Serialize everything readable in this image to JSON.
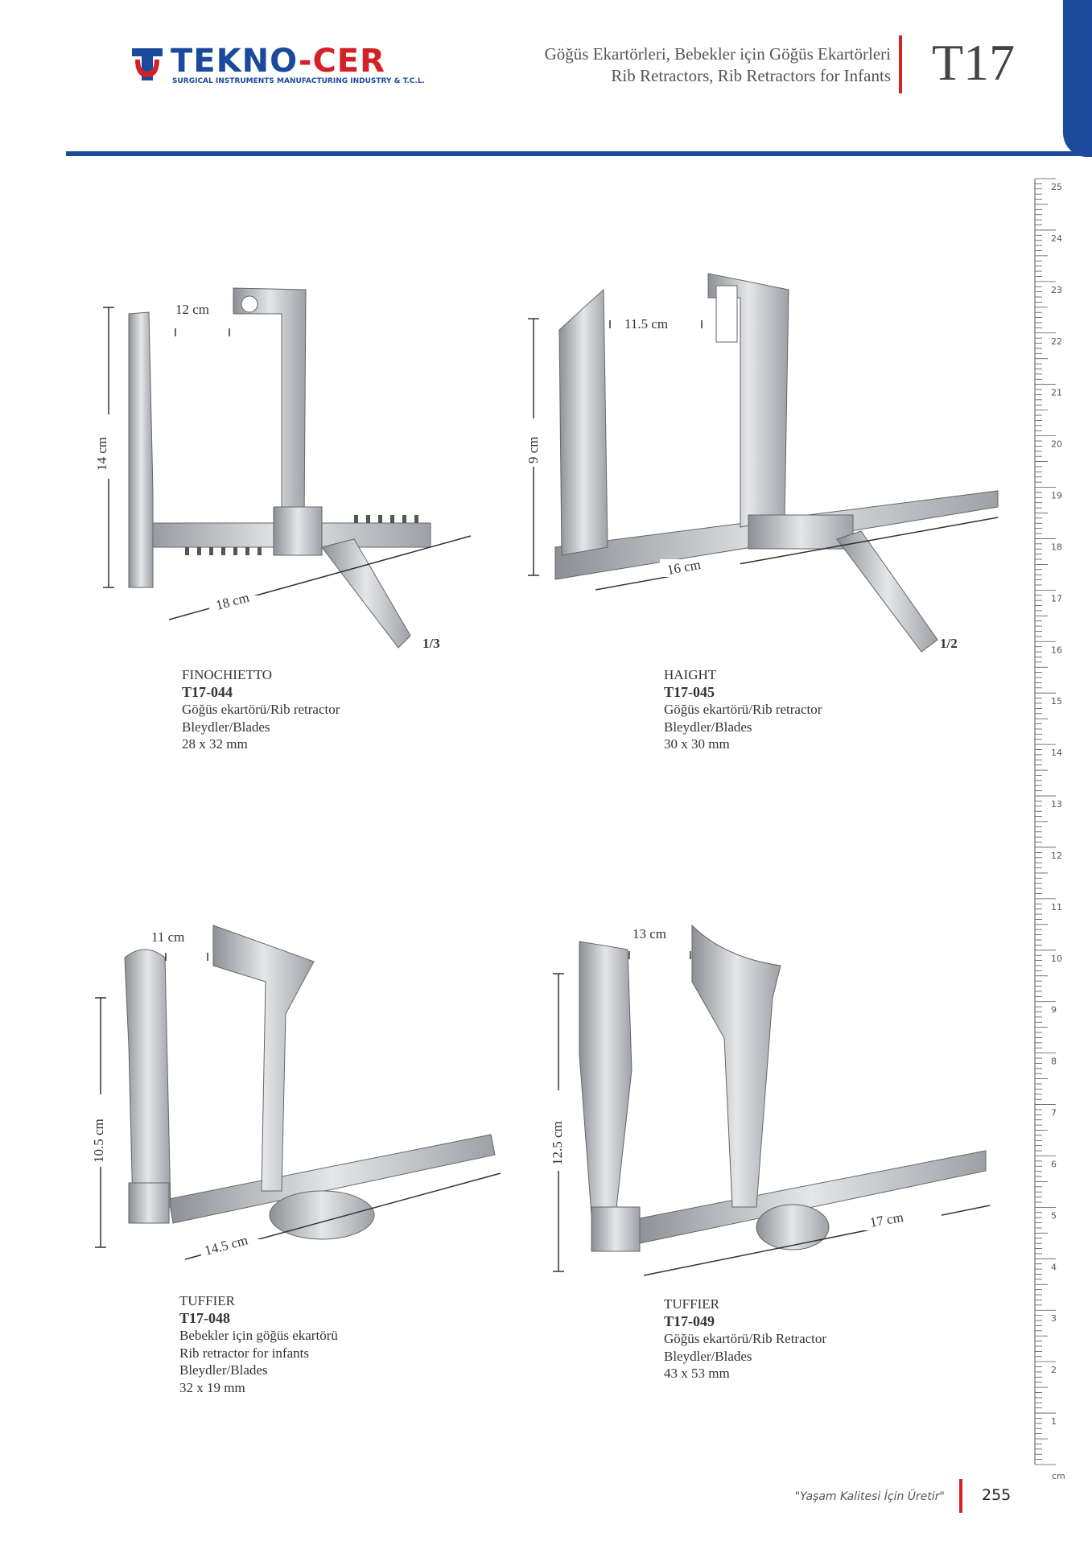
{
  "brand": {
    "name_part1": "TEKNO",
    "name_dash": "-",
    "name_part2": "CER",
    "subtitle": "SURGICAL INSTRUMENTS MANUFACTURING INDUSTRY & T.C.L."
  },
  "header": {
    "title_tr": "Göğüs Ekartörleri, Bebekler için Göğüs Ekartörleri",
    "title_en": "Rib Retractors, Rib Retractors for Infants",
    "section_code": "T17"
  },
  "ruler": {
    "unit": "cm",
    "labels": [
      "25",
      "24",
      "23",
      "22",
      "21",
      "20",
      "19",
      "18",
      "17",
      "16",
      "15",
      "14",
      "13",
      "12",
      "11",
      "10",
      "9",
      "8",
      "7",
      "6",
      "5",
      "4",
      "3",
      "2",
      "1"
    ]
  },
  "products": [
    {
      "name": "FINOCHIETTO",
      "code": "T17-044",
      "desc": [
        "Göğüs ekartörü/Rib retractor",
        "Bleydler/Blades",
        "28 x 32 mm"
      ],
      "dims": {
        "width": "12 cm",
        "height": "14 cm",
        "length": "18 cm"
      },
      "scale": "1/3"
    },
    {
      "name": "HAIGHT",
      "code": "T17-045",
      "desc": [
        "Göğüs ekartörü/Rib retractor",
        "Bleydler/Blades",
        "30 x 30 mm"
      ],
      "dims": {
        "width": "11.5 cm",
        "height": "9 cm",
        "length": "16 cm"
      },
      "scale": "1/2"
    },
    {
      "name": "TUFFIER",
      "code": "T17-048",
      "desc": [
        "Bebekler için göğüs ekartörü",
        "Rib retractor for infants",
        "Bleydler/Blades",
        "32 x 19 mm"
      ],
      "dims": {
        "width": "11 cm",
        "height": "10.5 cm",
        "length": "14.5 cm"
      }
    },
    {
      "name": "TUFFIER",
      "code": "T17-049",
      "desc": [
        "Göğüs ekartörü/Rib Retractor",
        "Bleydler/Blades",
        "43 x 53 mm"
      ],
      "dims": {
        "width": "13 cm",
        "height": "12.5 cm",
        "length": "17 cm"
      }
    }
  ],
  "footer": {
    "slogan": "\"Yaşam Kalitesi İçin Üretir\"",
    "page_number": "255"
  },
  "colors": {
    "brand_blue": "#1b4a9c",
    "brand_red": "#d42027",
    "steel": "#b8bcc0"
  }
}
